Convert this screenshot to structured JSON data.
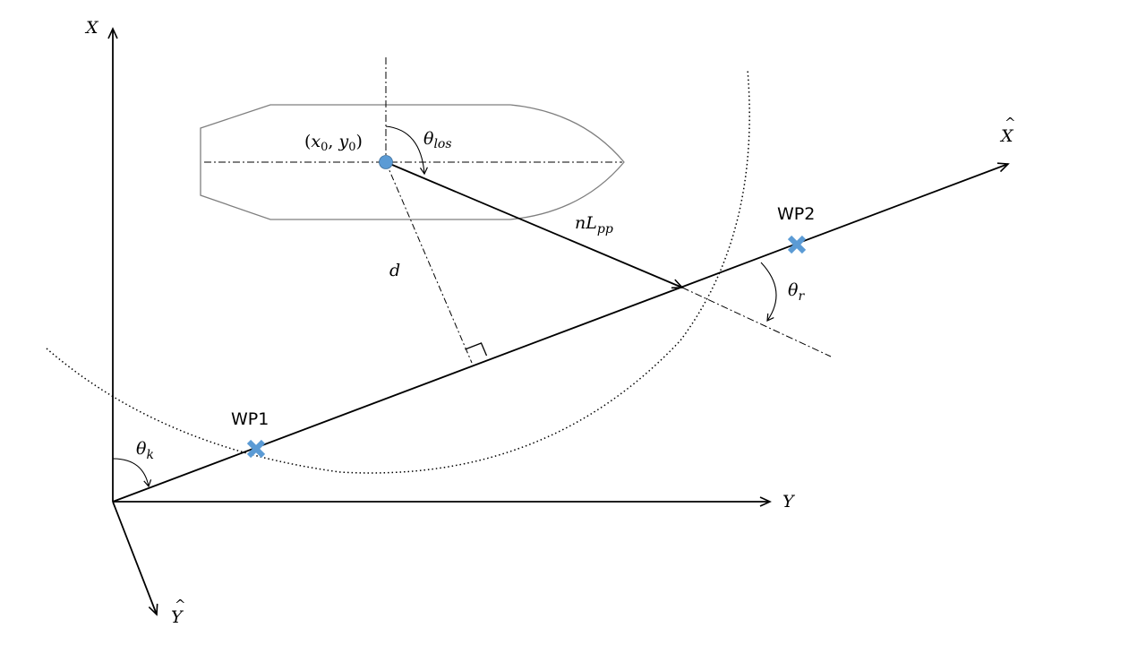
{
  "colors": {
    "line": "#000000",
    "ship_outline": "#7f7f7f",
    "marker": "#5b9bd5"
  },
  "labels": {
    "axis_x": "X",
    "axis_y": "Y",
    "axis_x_hat": "X",
    "axis_y_hat": "Y",
    "ship_position_open": "(",
    "ship_position_x": "x",
    "ship_position_x_sub": "0",
    "ship_position_sep": ", ",
    "ship_position_y": "y",
    "ship_position_y_sub": "0",
    "ship_position_close": ")",
    "theta": "θ",
    "theta_los_sub": "los",
    "theta_k_sub": "k",
    "theta_r_sub": "r",
    "lookahead_n": "n",
    "lookahead_L": "L",
    "lookahead_sub": "pp",
    "cross_track": "d",
    "hat": "^",
    "waypoint_1": "WP1",
    "waypoint_2": "WP2"
  },
  "icons": {
    "waypoint_marker": "x-cross-icon",
    "ship_center": "filled-circle-icon",
    "right_angle": "right-angle-icon"
  }
}
